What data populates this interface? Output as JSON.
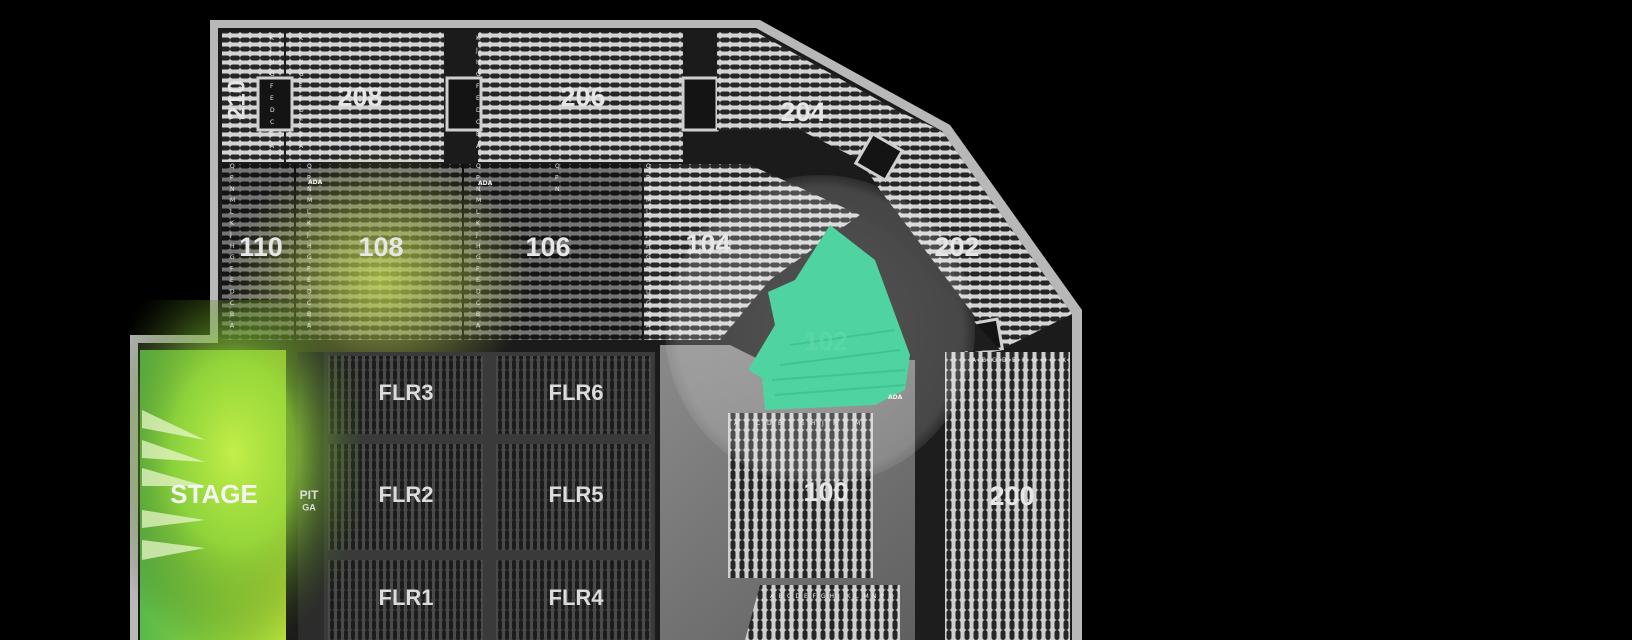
{
  "colors": {
    "background": "#000000",
    "outer_wall": "#bdbdbd",
    "seat_dark": "#2a2a2a",
    "seat_light": "#cfcfcf",
    "highlight_section": "#4fd3a0",
    "stage_glow": "#a6e22e",
    "focus_circle": "#ffffff"
  },
  "sections": {
    "s210": "210",
    "s208": "208",
    "s206": "206",
    "s204": "204",
    "s202": "202",
    "s200": "200",
    "s110": "110",
    "s108": "108",
    "s106": "106",
    "s104": "104",
    "s102": "102",
    "s100": "100"
  },
  "floor": {
    "flr1": "FLR1",
    "flr2": "FLR2",
    "flr3": "FLR3",
    "flr4": "FLR4",
    "flr5": "FLR5",
    "flr6": "FLR6",
    "pit": "PIT",
    "pit_sub": "GA"
  },
  "stage": {
    "label": "STAGE"
  },
  "ada": {
    "ada_108": "ADA",
    "ada_106": "ADA",
    "ada_102": "ADA"
  },
  "row_letters": {
    "upper": [
      "K",
      "J",
      "H",
      "G",
      "F",
      "E",
      "D",
      "C",
      "B",
      "A"
    ],
    "lower": [
      "Q",
      "P",
      "N",
      "M",
      "L",
      "K",
      "J",
      "H",
      "G",
      "F",
      "E",
      "D",
      "C",
      "B",
      "A"
    ],
    "s106_top": [
      "Q",
      "P",
      "N"
    ],
    "s200_top": [
      "A",
      "B",
      "C",
      "D",
      "E",
      "F",
      "G",
      "H",
      "J",
      "K"
    ],
    "s100_top": [
      "A",
      "B",
      "C",
      "D",
      "E",
      "F",
      "G",
      "H",
      "J",
      "K",
      "L",
      "M"
    ],
    "s100b_top": [
      "A",
      "B",
      "C",
      "D",
      "E",
      "F",
      "G",
      "H",
      "J",
      "K",
      "L",
      "M",
      "N",
      "P",
      "Q"
    ]
  },
  "highlighted_section": "102"
}
